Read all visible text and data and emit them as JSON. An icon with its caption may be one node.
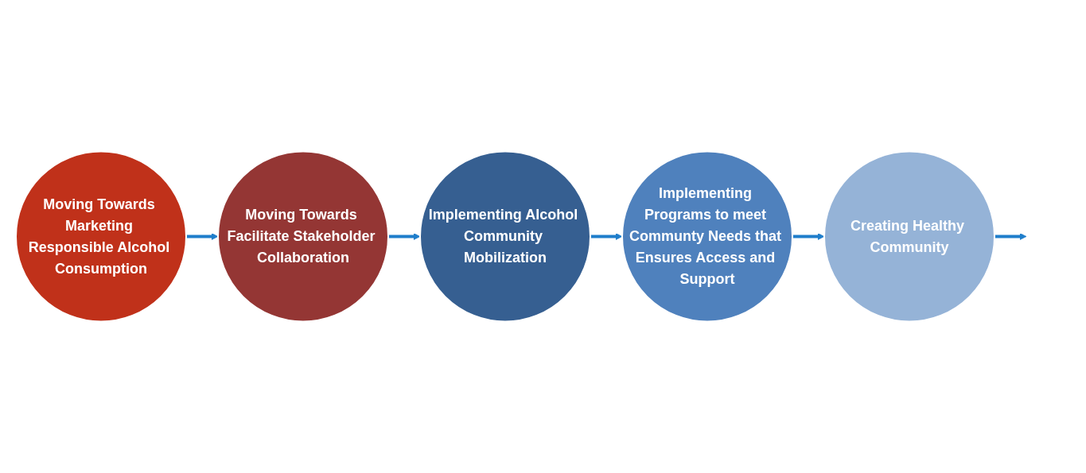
{
  "diagram": {
    "nodes": [
      {
        "text": [
          "Moving Towards Marketing Responsible Alcohol Consumption"
        ]
      },
      {
        "text": [
          "Moving Towards Facilitate Stakeholder Collaboration"
        ]
      },
      {
        "text": [
          "Implementing Alcohol Community Mobilization"
        ]
      },
      {
        "text": [
          "Implementing Programs to meet Communty Needs that Ensures Access and Support"
        ]
      },
      {
        "text": [
          "Creating Healthy Community"
        ]
      }
    ],
    "edges": [
      {
        "from": 0,
        "to": 1,
        "arrow": "to"
      },
      {
        "from": 1,
        "to": 2,
        "arrow": "to"
      },
      {
        "from": 2,
        "to": 3,
        "arrow": "to"
      },
      {
        "from": 3,
        "to": 4,
        "arrow": "to"
      },
      {
        "from": 4,
        "to": null,
        "arrow": "to"
      }
    ]
  }
}
